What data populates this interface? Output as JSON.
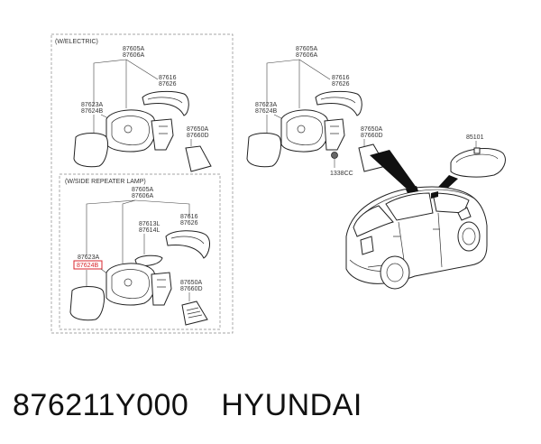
{
  "groups": {
    "electric": {
      "header": "(W/ELECTRIC)",
      "labels": {
        "mirror_assy": [
          "87605A",
          "87606A"
        ],
        "cover": [
          "87616",
          "87626"
        ],
        "glass": [
          "87623A",
          "87624B"
        ],
        "trim": [
          "87650A",
          "87660D"
        ]
      }
    },
    "repeater": {
      "header": "(W/SIDE REPEATER LAMP)",
      "labels": {
        "mirror_assy": [
          "87605A",
          "87606A"
        ],
        "lamp": [
          "87613L",
          "87614L"
        ],
        "cover": [
          "87616",
          "87626"
        ],
        "glass_top": "87623A",
        "glass_highlighted": "87624B",
        "trim": [
          "87650A",
          "87660D"
        ]
      }
    },
    "manual": {
      "labels": {
        "mirror_assy": [
          "87605A",
          "87606A"
        ],
        "cover": [
          "87616",
          "87626"
        ],
        "glass": [
          "87623A",
          "87624B"
        ],
        "trim": [
          "87650A",
          "87660D"
        ],
        "screw": "1338CC"
      }
    },
    "inside": {
      "labels": {
        "rear_view": "85101"
      }
    }
  },
  "colors": {
    "highlight": "#d9262c",
    "line": "#222222"
  },
  "caption": {
    "part_number": "876211Y000",
    "brand": "HYUNDAI"
  }
}
